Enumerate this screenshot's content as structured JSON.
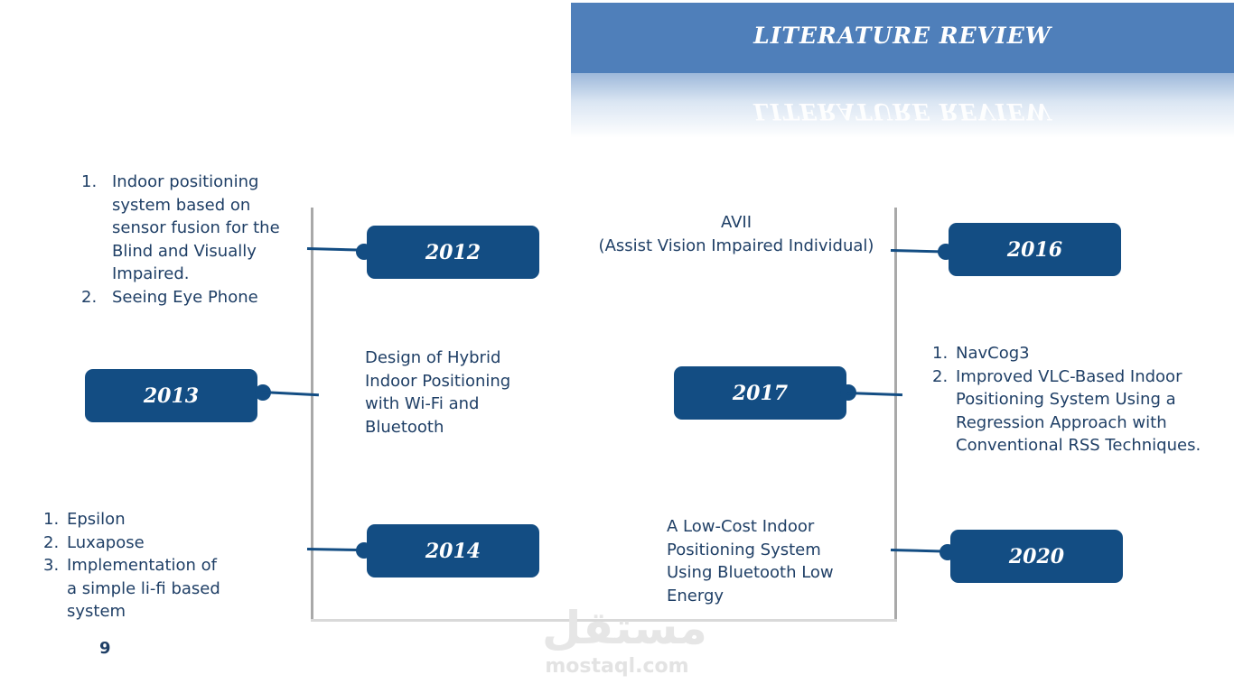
{
  "header": {
    "title": "LITERATURE REVIEW",
    "reflection": "LITERATURE REVIEW"
  },
  "timeline": {
    "y2012": {
      "year": "2012",
      "items": [
        "Indoor positioning system based on sensor fusion for the Blind and Visually Impaired.",
        "Seeing Eye Phone"
      ]
    },
    "y2013": {
      "year": "2013",
      "text": "Design of Hybrid Indoor Positioning with Wi-Fi and Bluetooth"
    },
    "y2014": {
      "year": "2014",
      "items": [
        "Epsilon",
        "Luxapose",
        "Implementation of a simple li-fi based system"
      ]
    },
    "y2016": {
      "year": "2016",
      "line1": "AVII",
      "line2": "(Assist Vision Impaired Individual)"
    },
    "y2017": {
      "year": "2017",
      "items": [
        "NavCog3",
        "Improved VLC-Based Indoor Positioning System Using a Regression Approach with Conventional RSS Techniques."
      ]
    },
    "y2020": {
      "year": "2020",
      "text": "A Low-Cost Indoor Positioning System Using Bluetooth Low Energy"
    }
  },
  "list_numbers": [
    "1.",
    "2.",
    "3."
  ],
  "page_number": "9",
  "watermark": {
    "arabic": "مستقل",
    "latin": "mostaql.com"
  },
  "colors": {
    "header": "#4f7fba",
    "year_box": "#134d83",
    "text": "#1f3f66"
  }
}
